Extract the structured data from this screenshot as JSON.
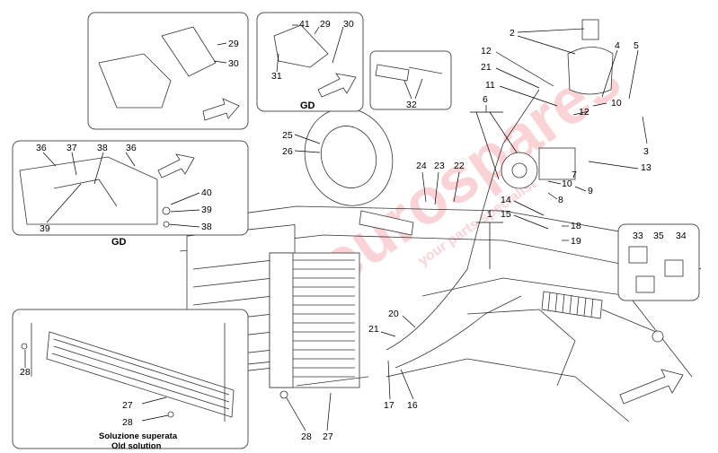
{
  "group_label": "GD",
  "caption": {
    "line1": "Soluzione superata",
    "line2": "Old solution"
  },
  "watermark": {
    "brand": "eurospares",
    "tagline": "your parts specialist",
    "color": "#e63946"
  },
  "labels": {
    "l2": "2",
    "l4": "4",
    "l5": "5",
    "l12a": "12",
    "l21a": "21",
    "l11": "11",
    "l6": "6",
    "l12b": "12",
    "l10a": "10",
    "l3": "3",
    "l13": "13",
    "l41": "41",
    "l29b": "29",
    "l30b": "30",
    "l31": "31",
    "l32": "32",
    "l29a": "29",
    "l30a": "30",
    "l36a": "36",
    "l37": "37",
    "l38a": "38",
    "l36b": "36",
    "l40": "40",
    "l39a": "39",
    "l38b": "38",
    "l39b": "39",
    "l25": "25",
    "l26": "26",
    "l24": "24",
    "l23": "23",
    "l22": "22",
    "l10b": "10",
    "l7": "7",
    "l8": "8",
    "l9": "9",
    "l14": "14",
    "l15": "15",
    "l18": "18",
    "l19": "19",
    "l1": "1",
    "l33": "33",
    "l35": "35",
    "l34": "34",
    "l21b": "21",
    "l20": "20",
    "l17": "17",
    "l16": "16",
    "l28a": "28",
    "l27a": "27",
    "l28b": "28",
    "l28c": "28",
    "l27b": "27"
  }
}
